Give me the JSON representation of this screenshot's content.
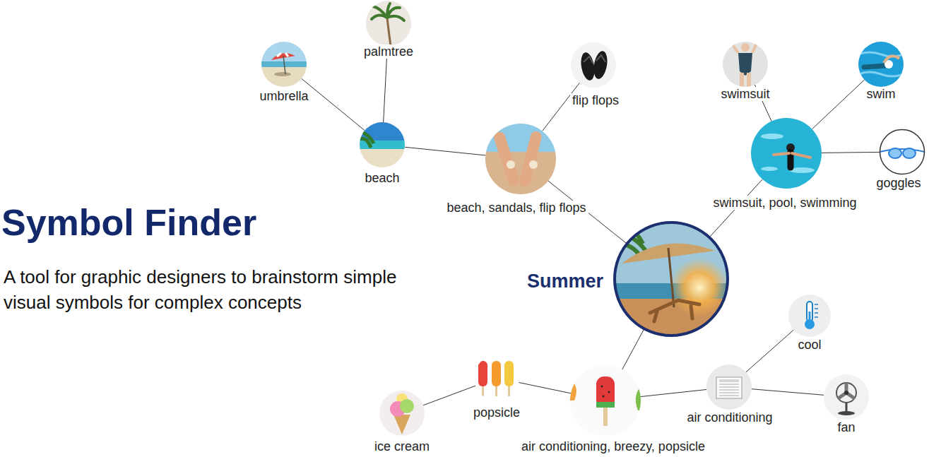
{
  "diagram": {
    "title": "Symbol Finder",
    "caption": "A tool for graphic designers to brainstorm simple visual symbols for complex concepts",
    "nodes": [
      {
        "text": [
          "palmtree"
        ]
      },
      {
        "text": [
          "umbrella"
        ]
      },
      {
        "text": [
          "flip flops"
        ]
      },
      {
        "text": [
          "swimsuit"
        ]
      },
      {
        "text": [
          "swim"
        ]
      },
      {
        "text": [
          "beach"
        ]
      },
      {
        "text": [
          "beach, sandals, flip flops"
        ]
      },
      {
        "text": [
          "swimsuit, pool, swimming"
        ]
      },
      {
        "text": [
          "goggles"
        ]
      },
      {
        "text": [
          "Summer"
        ]
      },
      {
        "text": [
          "cool"
        ]
      },
      {
        "text": [
          "popsicle"
        ]
      },
      {
        "text": [
          "air conditioning, breezy, popsicle"
        ]
      },
      {
        "text": [
          "air conditioning"
        ]
      },
      {
        "text": [
          "fan"
        ]
      },
      {
        "text": [
          "ice cream"
        ]
      }
    ],
    "edges": [
      {
        "from": 5,
        "to": 1,
        "arrow": "none"
      },
      {
        "from": 5,
        "to": 0,
        "arrow": "none"
      },
      {
        "from": 6,
        "to": 5,
        "arrow": "none"
      },
      {
        "from": 6,
        "to": 2,
        "arrow": "none"
      },
      {
        "from": 9,
        "to": 6,
        "arrow": "none"
      },
      {
        "from": 7,
        "to": 3,
        "arrow": "none"
      },
      {
        "from": 7,
        "to": 4,
        "arrow": "none"
      },
      {
        "from": 7,
        "to": 8,
        "arrow": "none"
      },
      {
        "from": 9,
        "to": 7,
        "arrow": "none"
      },
      {
        "from": 9,
        "to": 12,
        "arrow": "none"
      },
      {
        "from": 12,
        "to": 11,
        "arrow": "none"
      },
      {
        "from": 11,
        "to": 15,
        "arrow": "none"
      },
      {
        "from": 12,
        "to": 13,
        "arrow": "none"
      },
      {
        "from": 13,
        "to": 10,
        "arrow": "none"
      },
      {
        "from": 13,
        "to": 14,
        "arrow": "none"
      }
    ]
  }
}
